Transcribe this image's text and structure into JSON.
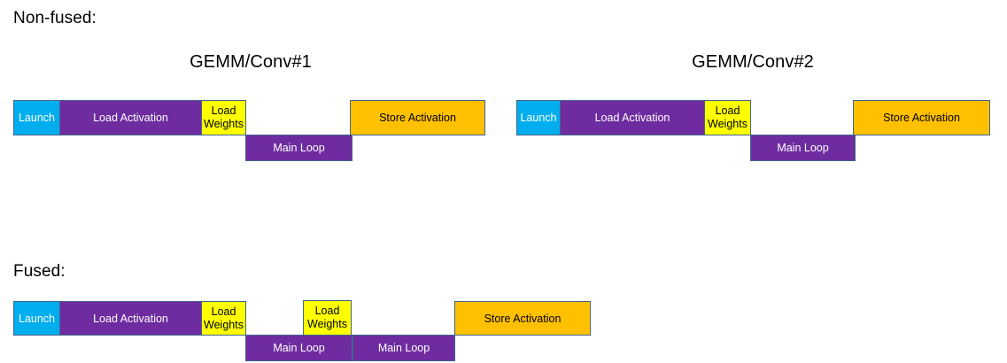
{
  "diagram": {
    "title_non_fused": "Non-fused:",
    "title_fused": "Fused:",
    "colors": {
      "launch": "#00AEEF",
      "compute": "#6E2CA0",
      "weights": "#FFFF00",
      "store": "#FFC000",
      "border": "#41658A",
      "background": "#FFFFFF",
      "text_dark": "#000000",
      "text_light": "#FFFFFF"
    },
    "labels": {
      "launch": "Launch",
      "load_activation": "Load Activation",
      "load_weights": "Load\nWeights",
      "main_loop": "Main Loop",
      "store_activation": "Store Activation"
    },
    "group_titles": {
      "gemm1": "GEMM/Conv#1",
      "gemm2": "GEMM/Conv#2"
    },
    "non_fused": {
      "kernel1": {
        "title": "GEMM/Conv#1",
        "top_row": [
          {
            "name": "launch",
            "label": "Launch",
            "kind": "launch"
          },
          {
            "name": "load-activation",
            "label": "Load Activation",
            "kind": "compute"
          },
          {
            "name": "load-weights",
            "label": "Load\nWeights",
            "kind": "weights"
          },
          {
            "name": "store-activation",
            "label": "Store Activation",
            "kind": "store"
          }
        ],
        "bottom_row": [
          {
            "name": "main-loop",
            "label": "Main Loop",
            "kind": "compute"
          }
        ]
      },
      "kernel2": {
        "title": "GEMM/Conv#2",
        "top_row": [
          {
            "name": "launch",
            "label": "Launch",
            "kind": "launch"
          },
          {
            "name": "load-activation",
            "label": "Load Activation",
            "kind": "compute"
          },
          {
            "name": "load-weights",
            "label": "Load\nWeights",
            "kind": "weights"
          },
          {
            "name": "store-activation",
            "label": "Store Activation",
            "kind": "store"
          }
        ],
        "bottom_row": [
          {
            "name": "main-loop",
            "label": "Main Loop",
            "kind": "compute"
          }
        ]
      }
    },
    "fused": {
      "top_row": [
        {
          "name": "launch",
          "label": "Launch",
          "kind": "launch"
        },
        {
          "name": "load-activation",
          "label": "Load Activation",
          "kind": "compute"
        },
        {
          "name": "load-weights-1",
          "label": "Load\nWeights",
          "kind": "weights"
        },
        {
          "name": "load-weights-2",
          "label": "Load\nWeights",
          "kind": "weights"
        },
        {
          "name": "store-activation",
          "label": "Store Activation",
          "kind": "store"
        }
      ],
      "bottom_row": [
        {
          "name": "main-loop-1",
          "label": "Main Loop",
          "kind": "compute"
        },
        {
          "name": "main-loop-2",
          "label": "Main Loop",
          "kind": "compute"
        }
      ]
    }
  }
}
